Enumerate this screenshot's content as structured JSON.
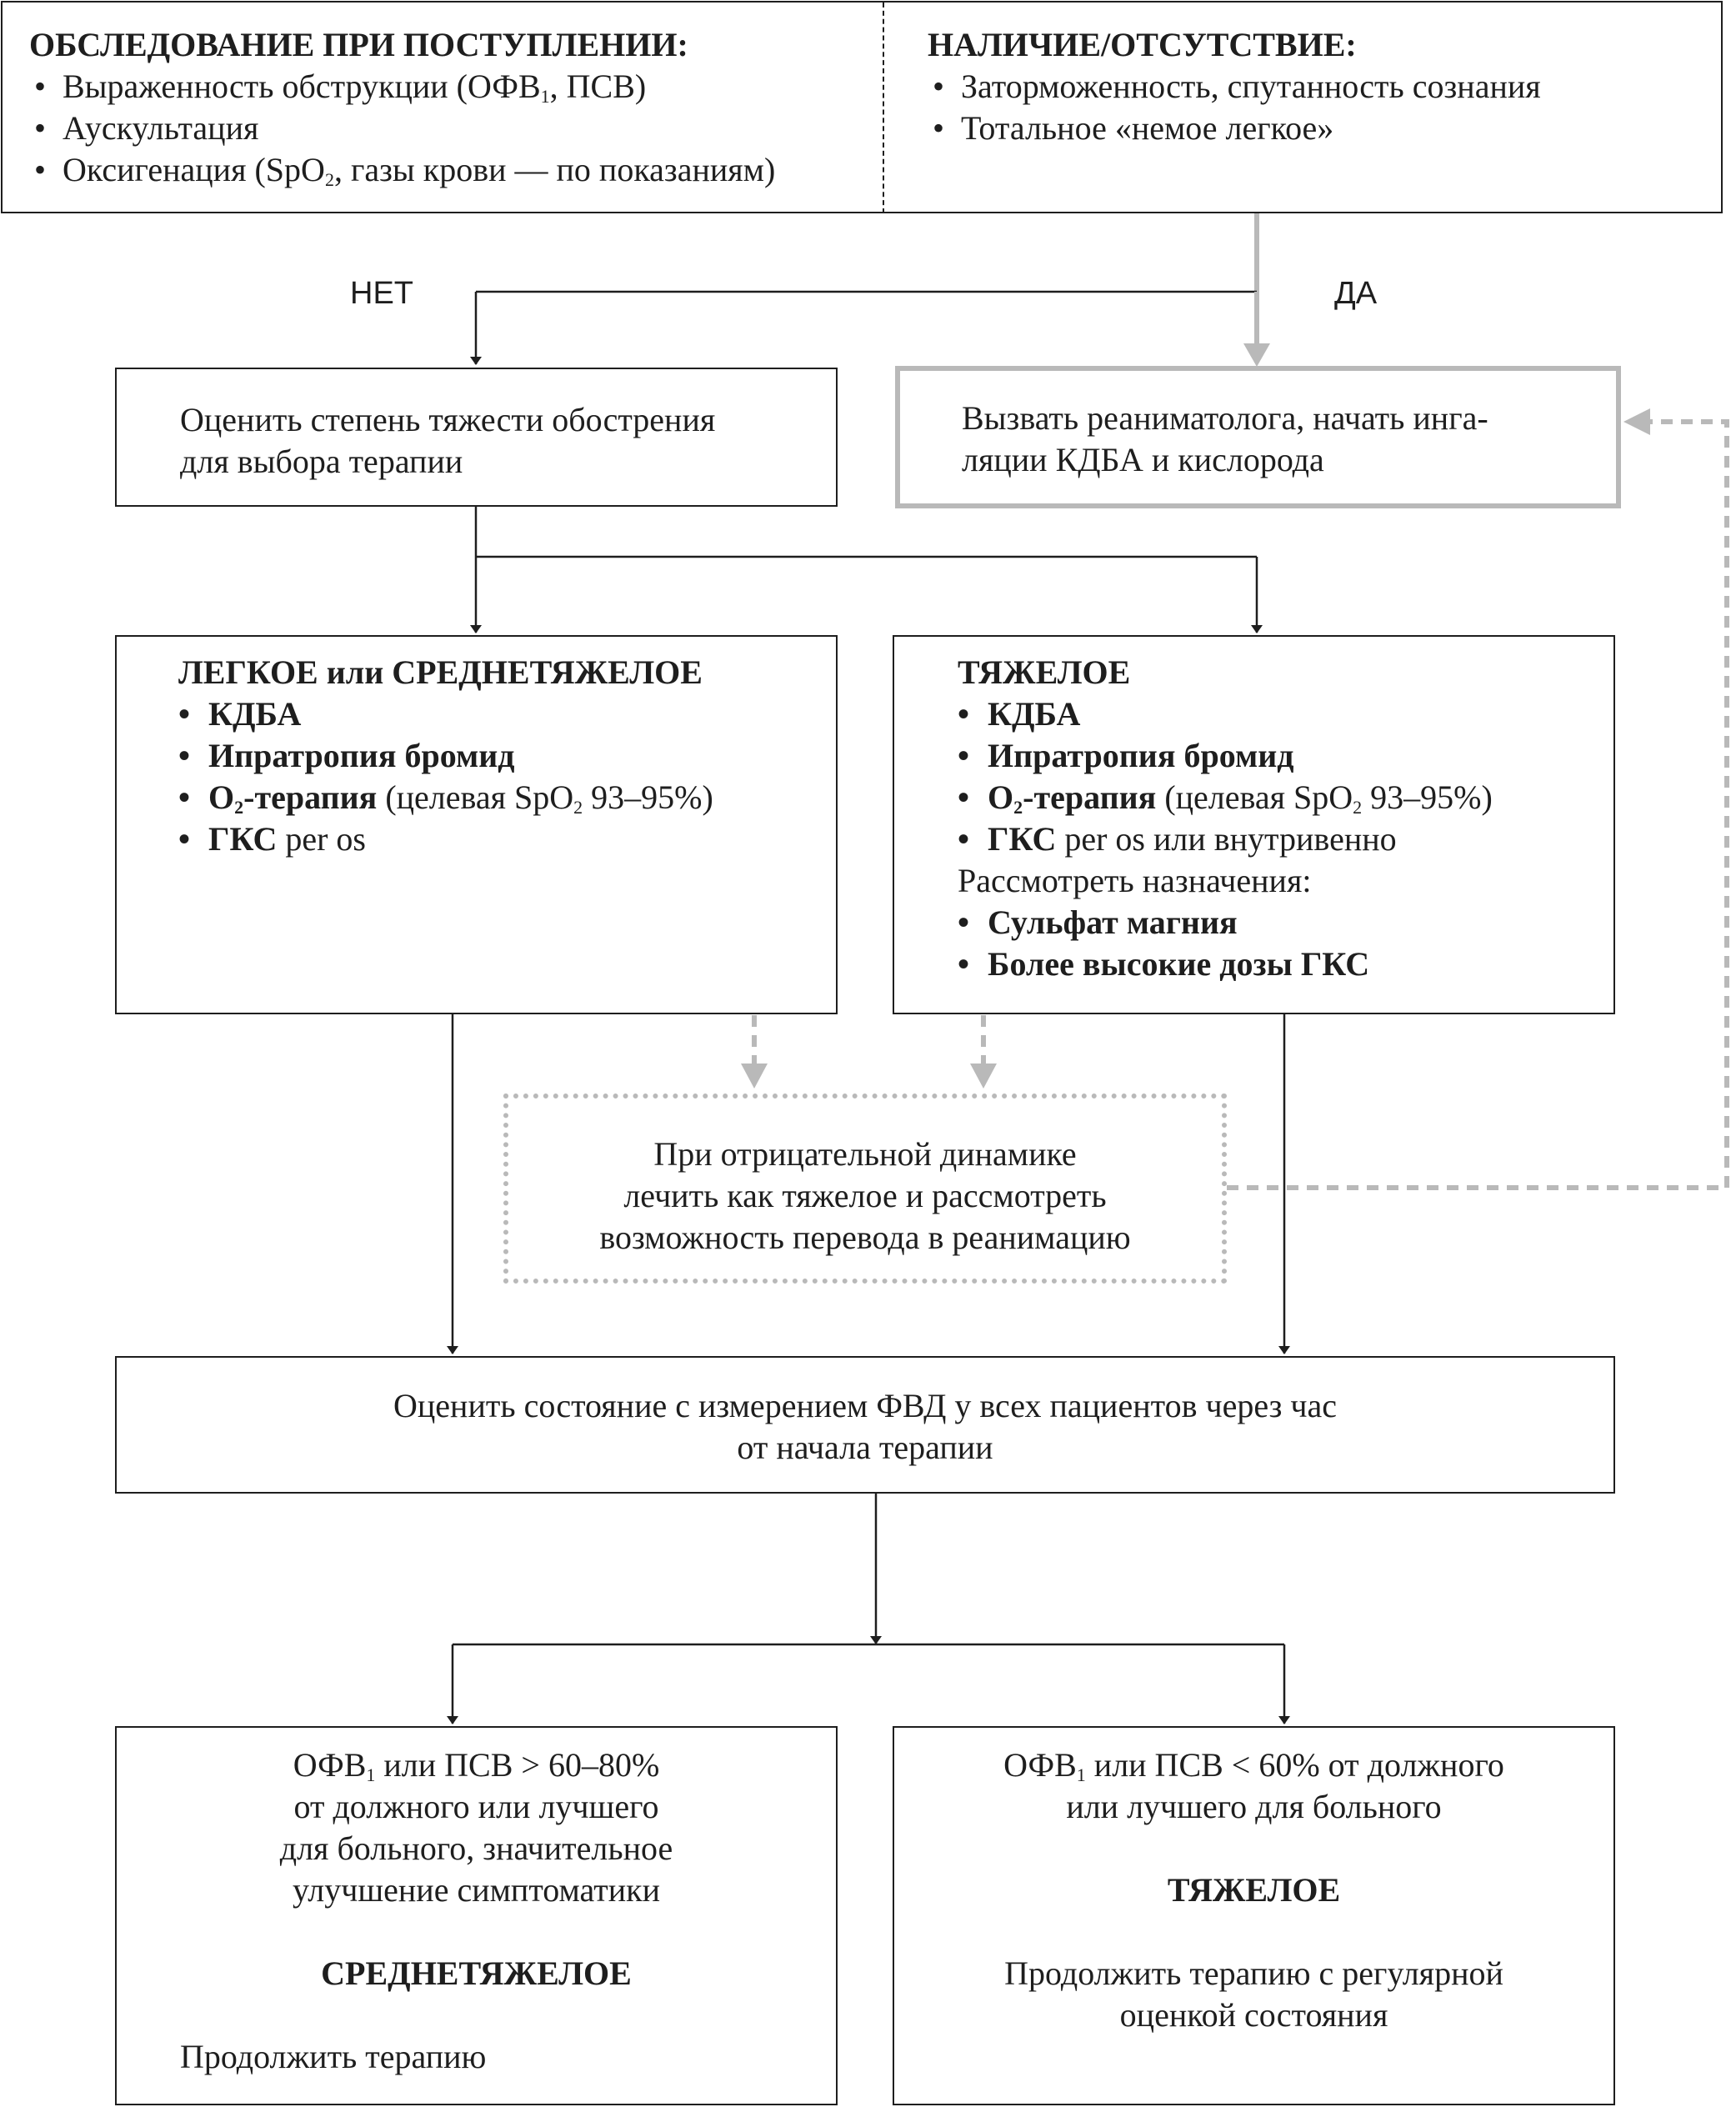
{
  "top": {
    "left_title": "ОБСЛЕДОВАНИЕ ПРИ ПОСТУПЛЕНИИ:",
    "left_items": {
      "i1_pre": "Выраженность обструкции (ОФВ",
      "i1_sub": "1",
      "i1_post": ", ПСВ)",
      "i2": "Аускультация",
      "i3_pre": "Оксигенация (SpO",
      "i3_sub": "2",
      "i3_post": ", газы крови — по показаниям)"
    },
    "right_title": "НАЛИЧИЕ/ОТСУТСТВИЕ:",
    "right_items": [
      "Заторможенность, спутанность сознания",
      "Тотальное «немое легкое»"
    ]
  },
  "labels": {
    "no": "НЕТ",
    "yes": "ДА"
  },
  "assess_box": {
    "line1": "Оценить степень тяжести обострения",
    "line2": "для выбора терапии"
  },
  "call_box": {
    "line1": "Вызвать реаниматолога, начать инга-",
    "line2": "ляции КДБА и кислорода"
  },
  "mild_box": {
    "title": "ЛЕГКОЕ или СРЕДНЕТЯЖЕЛОЕ",
    "i1": "КДБА",
    "i2": "Ипратропия бромид",
    "i3_bold_pre": "O",
    "i3_sub": "2",
    "i3_bold_post": "-терапия",
    "i3_normal_pre": " (целевая SpO",
    "i3_normal_sub": "2",
    "i3_normal_post": " 93–95%)",
    "i4_bold": "ГКС",
    "i4_normal": " per os"
  },
  "severe_box": {
    "title": "ТЯЖЕЛОЕ",
    "i1": "КДБА",
    "i2": "Ипратропия бромид",
    "i3_bold_pre": "O",
    "i3_sub": "2",
    "i3_bold_post": "-терапия",
    "i3_normal_pre": " (целевая SpO",
    "i3_normal_sub": "2",
    "i3_normal_post": " 93–95%)",
    "i4_bold": "ГКС",
    "i4_normal": " per os или внутривенно",
    "consider": "Рассмотреть назначения:",
    "i5": "Сульфат магния",
    "i6": "Более высокие дозы ГКС"
  },
  "negative_box": {
    "line1": "При отрицательной динамике",
    "line2": "лечить как тяжелое и рассмотреть",
    "line3": "возможность перевода в реанимацию"
  },
  "evaluate_box": {
    "line1": "Оценить состояние с измерением ФВД у всех пациентов через час",
    "line2": "от начала терапии"
  },
  "good_box": {
    "line1_pre": "ОФВ",
    "line1_sub": "1",
    "line1_post": " или ПСВ > 60–80%",
    "line2": "от должного или лучшего",
    "line3": "для больного, значительное",
    "line4": "улучшение симптоматики",
    "title": "СРЕДНЕТЯЖЕЛОЕ",
    "action": "Продолжить терапию"
  },
  "bad_box": {
    "line1_pre": "ОФВ",
    "line1_sub": "1",
    "line1_post": " или ПСВ < 60% от должного",
    "line2": "или лучшего для больного",
    "title": "ТЯЖЕЛОЕ",
    "action1": "Продолжить терапию с регулярной",
    "action2": "оценкой состояния"
  },
  "colors": {
    "line": "#1e1e1e",
    "gray": "#b9b9b9"
  }
}
